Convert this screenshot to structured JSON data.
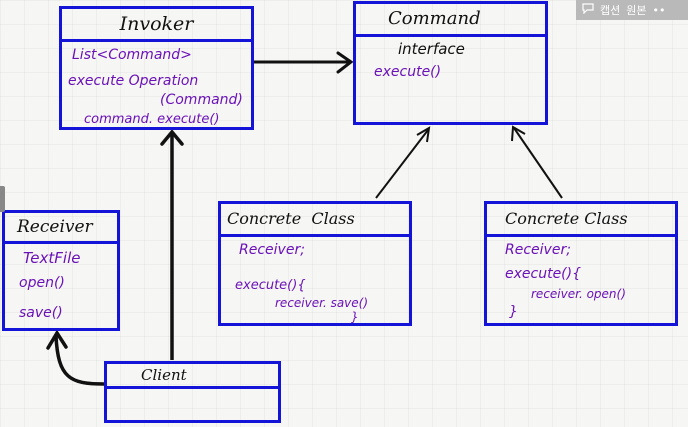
{
  "toolbar": {
    "caption_label": "캡션",
    "original_label": "원본",
    "more_label": "••",
    "caption_icon": "speech-bubble"
  },
  "invoker": {
    "title": "Invoker",
    "lines": [
      "List<Command>",
      "execute Operation",
      "(Command)",
      "command. execute()"
    ]
  },
  "command": {
    "title": "Command",
    "stereotype": "interface",
    "method": "execute()"
  },
  "receiver": {
    "title": "Receiver",
    "lines": [
      "TextFile",
      "open()",
      "save()"
    ]
  },
  "client": {
    "title": "Client"
  },
  "concrete_left": {
    "title": "Concrete  Class",
    "lines": [
      "Receiver;",
      "execute(){",
      "receiver. save()",
      "}"
    ]
  },
  "concrete_right": {
    "title": "Concrete Class",
    "lines": [
      "Receiver;",
      "execute(){",
      "receiver. open()",
      "}"
    ]
  },
  "colors": {
    "box_border": "#1414d8",
    "member_text": "#6b12b8",
    "title_text": "#111111"
  }
}
